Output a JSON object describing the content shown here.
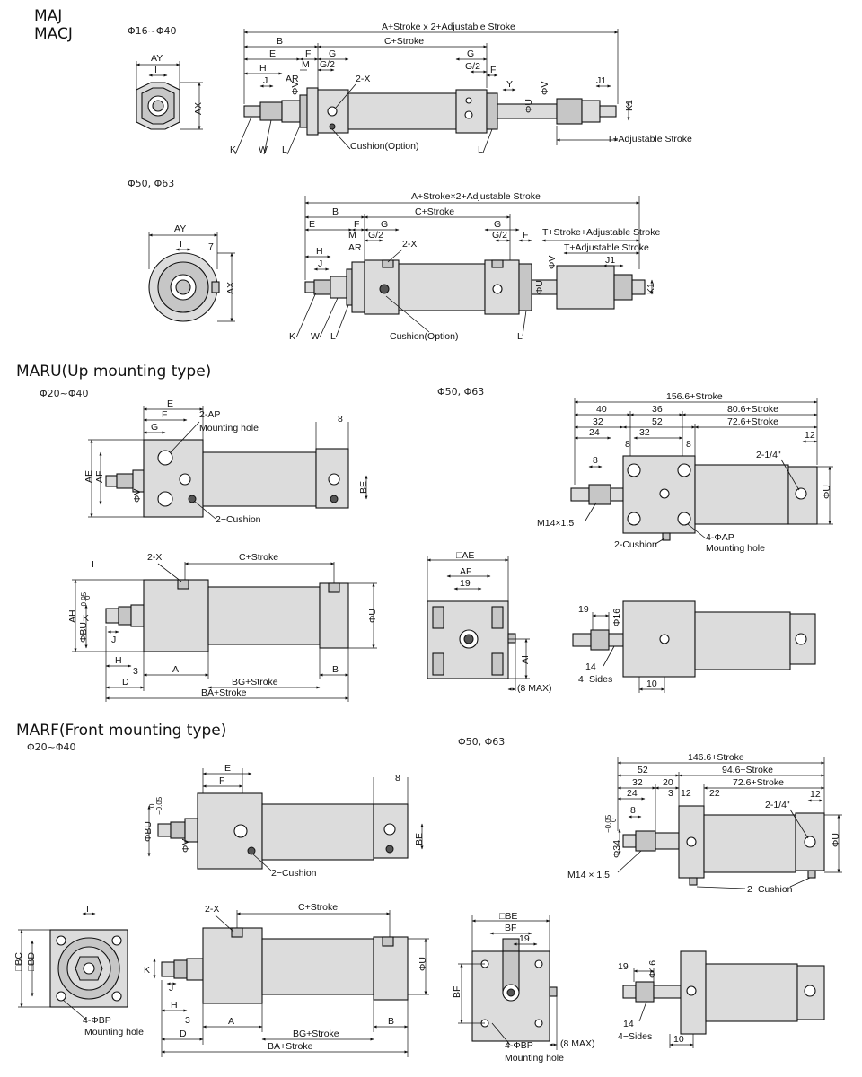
{
  "maj": {
    "title1": "MAJ",
    "title2": "MACJ",
    "range_small": "Φ16~Φ40",
    "range_large": "Φ50, Φ63",
    "dims": {
      "a_total": "A+Stroke x 2+Adjustable Stroke",
      "a_total_large": "A+Stroke×2+Adjustable Stroke",
      "b": "B",
      "c": "C+Stroke",
      "e": "E",
      "f": "F",
      "g": "G",
      "g2": "G/2",
      "h": "H",
      "j": "J",
      "j1": "J1",
      "k1": "K1",
      "m": "M",
      "ar": "AR",
      "v": "ΦV",
      "u": "ΦU",
      "y": "Y",
      "x": "2-X",
      "ay": "AY",
      "ax": "AX",
      "i": "I",
      "seven": "7",
      "t_adj": "T+Adjustable Stroke",
      "t_stroke_adj": "T+Stroke+Adjustable Stroke"
    },
    "leaders": {
      "k": "K",
      "w": "W",
      "l": "L",
      "cushion": "Cushion(Option)"
    }
  },
  "maru": {
    "title": "MARU(Up mounting type)",
    "range_small": "Φ20~Φ40",
    "range_large": "Φ50, Φ63",
    "dims": {
      "e": "E",
      "f": "F",
      "g": "G",
      "ap": "2-AP",
      "mounting_hole": "Mounting hole",
      "eight": "8",
      "ae": "AE",
      "af": "AF",
      "v": "ΦV",
      "be": "BE",
      "cushion": "2−Cushion",
      "x": "2-X",
      "c": "C+Stroke",
      "i": "I",
      "ah": "AH",
      "bu": "ΦBU",
      "tol": "−0.05",
      "tol0": "0",
      "k": "K",
      "j": "J",
      "u": "ΦU",
      "h": "H",
      "three": "3",
      "a": "A",
      "bg": "BG+Stroke",
      "b": "B",
      "d": "D",
      "ba": "BA+Stroke",
      "sq_ae": "□AE",
      "nineteen": "19",
      "ai": "AI",
      "max8": "(8 MAX)"
    },
    "large": {
      "total": "156.6+Stroke",
      "d40": "40",
      "d36": "36",
      "d80": "80.6+Stroke",
      "d32a": "32",
      "d52": "52",
      "d72": "72.6+Stroke",
      "d24": "24",
      "d32b": "32",
      "d8a": "8",
      "d8b": "8",
      "d8c": "8",
      "d12": "12",
      "port": "2-1/4\"",
      "u": "ΦU",
      "m14": "M14×1.5",
      "ap": "4-ΦAP",
      "mounting_hole": "Mounting hole",
      "cushion": "2-Cushion",
      "d19": "19",
      "d16": "Φ16",
      "d14": "14",
      "sides": "4−Sides",
      "d10": "10"
    }
  },
  "marf": {
    "title": "MARF(Front mounting type)",
    "range_small": "Φ20~Φ40",
    "range_large": "Φ50, Φ63",
    "dims": {
      "e": "E",
      "f": "F",
      "eight": "8",
      "bu": "ΦBU",
      "tol": "−0.05",
      "tol0": "0",
      "v": "ΦV",
      "be": "BE",
      "cushion": "2−Cushion",
      "x": "2-X",
      "c": "C+Stroke",
      "k": "K",
      "j": "J",
      "u": "ΦU",
      "h": "H",
      "three": "3",
      "a": "A",
      "bg": "BG+Stroke",
      "b": "B",
      "d": "D",
      "ba": "BA+Stroke",
      "i": "I",
      "bc": "□BC",
      "bd": "□BD",
      "bp": "4-ΦBP",
      "mounting_hole": "Mounting hole",
      "sq_be": "□BE",
      "bf": "BF",
      "nineteen": "19",
      "max8": "(8 MAX)"
    },
    "large": {
      "total": "146.6+Stroke",
      "d52": "52",
      "d94": "94.6+Stroke",
      "d32": "32",
      "d20": "20",
      "d72": "72.6+Stroke",
      "d24": "24",
      "d3": "3",
      "d12a": "12",
      "d12b": "12",
      "d8": "8",
      "d22": "22",
      "port": "2-1/4\"",
      "u": "ΦU",
      "d34": "Φ34",
      "d34tol": "−0.05",
      "d34tol0": "0",
      "m14": "M14 × 1.5",
      "cushion": "2−Cushion",
      "d19": "19",
      "d16": "Φ16",
      "d14": "14",
      "sides": "4−Sides",
      "d10": "10"
    }
  }
}
